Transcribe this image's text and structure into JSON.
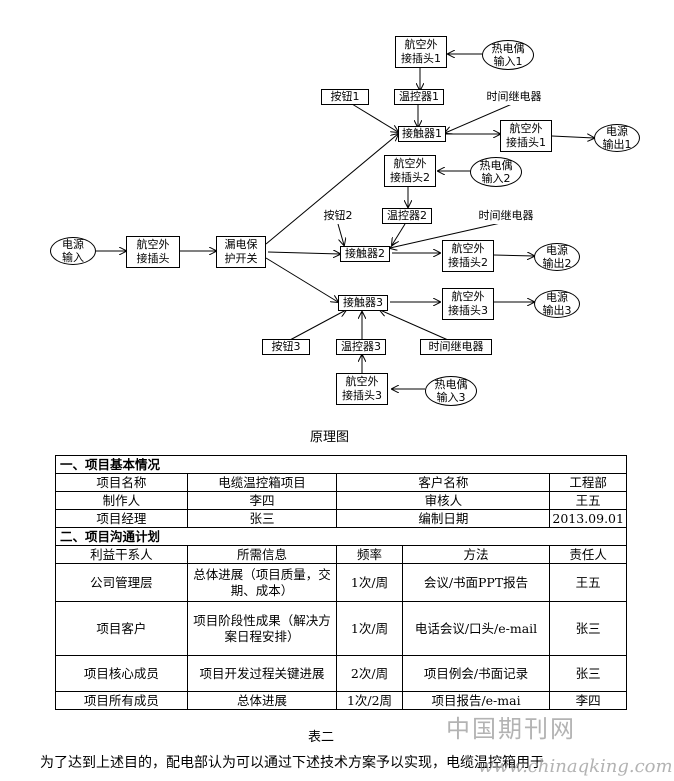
{
  "diagram": {
    "connector1": "航空外\n接插头1",
    "thermo1": "热电偶\n输入1",
    "button1": "按钮1",
    "tempctl1": "温控器1",
    "relay1": "时间继电器",
    "contactor1": "接触器1",
    "connector_out1": "航空外\n接插头1",
    "power_out1": "电源\n输出1",
    "connector2": "航空外\n接插头2",
    "thermo2": "热电偶\n输入2",
    "button2": "按钮2",
    "tempctl2": "温控器2",
    "relay2": "时间继电器",
    "power_in": "电源\n输入",
    "connector_in": "航空外\n接插头",
    "leakage": "漏电保\n护开关",
    "contactor2": "接触器2",
    "connector_out2": "航空外\n接插头2",
    "power_out2": "电源\n输出2",
    "contactor3": "接触器3",
    "connector_out3": "航空外\n接插头3",
    "power_out3": "电源\n输出3",
    "button3": "按钮3",
    "tempctl3": "温控器3",
    "relay3": "时间继电器",
    "connector3": "航空外\n接插头3",
    "thermo3": "热电偶\n输入3",
    "caption": "原理图"
  },
  "table": {
    "section1": "一、项目基本情况",
    "r1": [
      "项目名称",
      "电缆温控箱项目",
      "客户名称",
      "工程部"
    ],
    "r2": [
      "制作人",
      "李四",
      "审核人",
      "王五"
    ],
    "r3": [
      "项目经理",
      "张三",
      "编制日期",
      "2013.09.01"
    ],
    "section2": "二、项目沟通计划",
    "head": [
      "利益干系人",
      "所需信息",
      "频率",
      "方法",
      "责任人"
    ],
    "rows": [
      [
        "公司管理层",
        "总体进展（项目质量，交期、成本）",
        "1次/周",
        "会议/书面PPT报告",
        "王五"
      ],
      [
        "项目客户",
        "项目阶段性成果（解决方案日程安排）",
        "1次/周",
        "电话会议/口头/e-mail",
        "张三"
      ],
      [
        "项目核心成员",
        "项目开发过程关键进展",
        "2次/周",
        "项目例会/书面记录",
        "张三"
      ],
      [
        "项目所有成员",
        "总体进展",
        "1次/2周",
        "项目报告/e-mai",
        "李四"
      ]
    ],
    "caption": "表二"
  },
  "paragraph": "为了达到上述目的，配电部认为可以通过下述技术方案予以实现，电缆温控箱用于",
  "watermark": {
    "cn": "中国期刊网",
    "url": "www.chinaqking.com"
  }
}
